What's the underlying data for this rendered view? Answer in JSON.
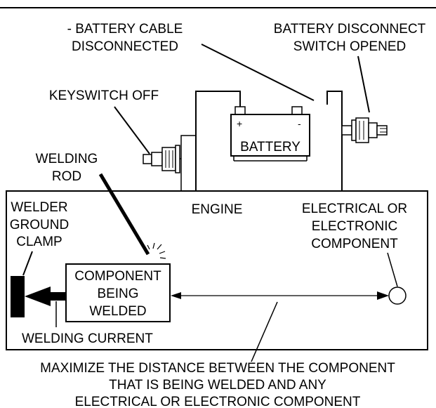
{
  "labels": {
    "battery_cable": [
      "- BATTERY CABLE",
      "DISCONNECTED"
    ],
    "disconnect_switch": [
      "BATTERY DISCONNECT",
      "SWITCH OPENED"
    ],
    "keyswitch": "KEYSWITCH OFF",
    "welding_rod": [
      "WELDING",
      "ROD"
    ],
    "battery": "BATTERY",
    "battery_plus": "+",
    "battery_minus": "-",
    "engine": "ENGINE",
    "electrical_component": [
      "ELECTRICAL OR",
      "ELECTRONIC",
      "COMPONENT"
    ],
    "ground_clamp": [
      "WELDER",
      "GROUND",
      "CLAMP"
    ],
    "component_welded": [
      "COMPONENT",
      "BEING",
      "WELDED"
    ],
    "welding_current": "WELDING CURRENT"
  },
  "caption": [
    "MAXIMIZE THE DISTANCE BETWEEN THE COMPONENT",
    "THAT IS BEING WELDED AND ANY",
    "ELECTRICAL OR ELECTRONIC COMPONENT"
  ]
}
